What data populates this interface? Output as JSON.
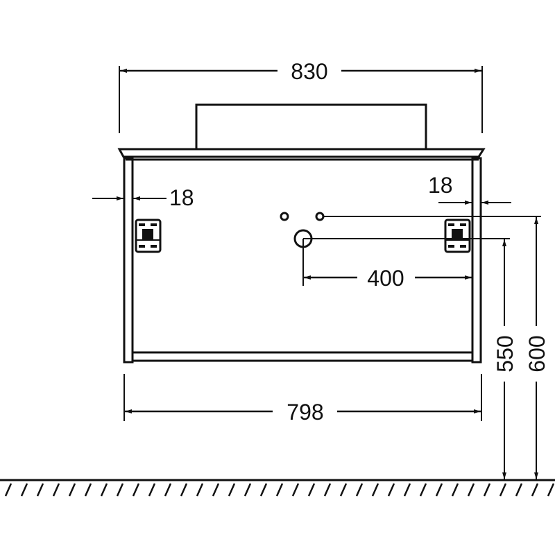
{
  "title": "Vanity unit dimension drawing",
  "dimensions": {
    "overall_width": "830",
    "cabinet_width": "798",
    "side_panel_left": "18",
    "side_panel_right": "18",
    "drain_offset": "400",
    "drain_height": "550",
    "supply_height": "600"
  },
  "colors": {
    "line": "#111111",
    "background": "#ffffff"
  }
}
